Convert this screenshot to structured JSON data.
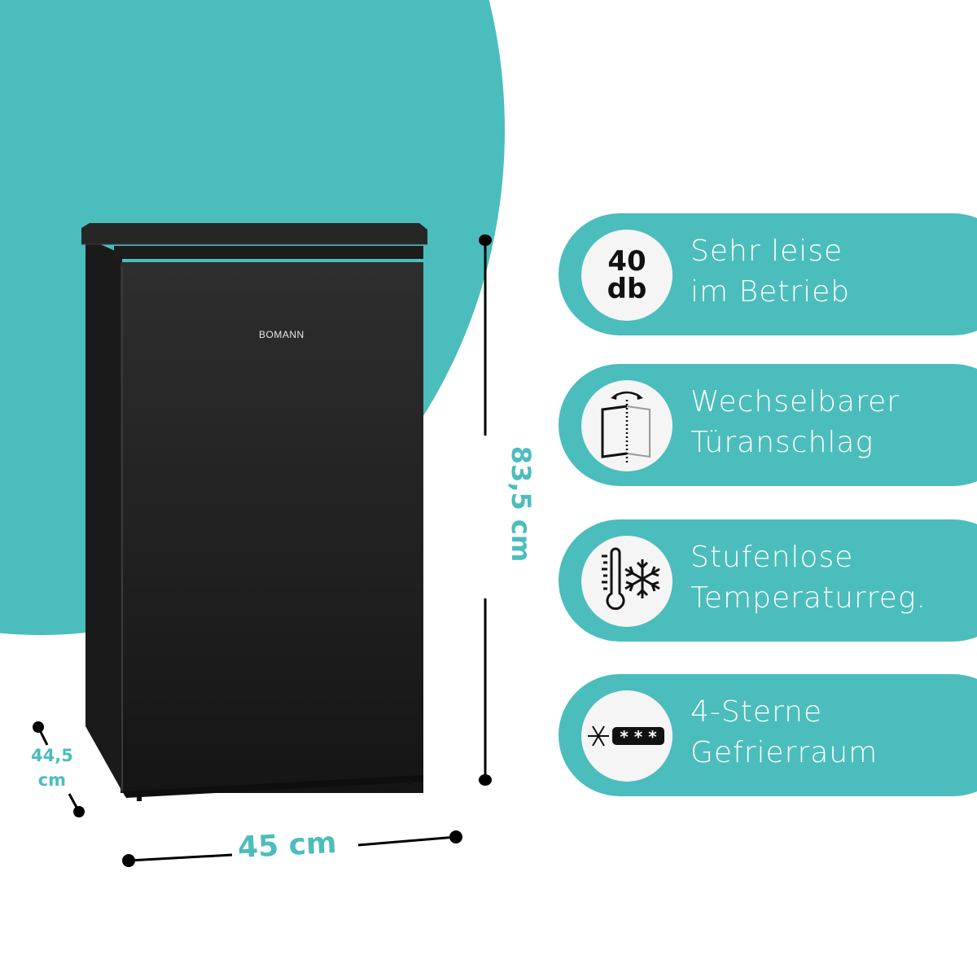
{
  "colors": {
    "accent": "#4bbdbc",
    "pill_circle": "#f5f5f5",
    "fridge_body": "#1e1e1e",
    "text_on_accent": "#ffffff"
  },
  "product": {
    "brand_logo": "BOMANN",
    "color": "black",
    "type": "fridge"
  },
  "dimensions": {
    "height": "83,5 cm",
    "width": "45 cm",
    "depth_value": "44,5",
    "depth_unit": "cm"
  },
  "features": [
    {
      "icon": "40-db-badge-icon",
      "icon_line1": "40",
      "icon_line2": "db",
      "line1": "Sehr leise",
      "line2": "im Betrieb"
    },
    {
      "icon": "reversible-door-icon",
      "line1": "Wechselbarer",
      "line2": "Türanschlag"
    },
    {
      "icon": "thermometer-snowflake-icon",
      "line1": "Stufenlose",
      "line2": "Temperaturreg."
    },
    {
      "icon": "four-star-freezer-icon",
      "line1": "4-Sterne",
      "line2": "Gefrierraum"
    }
  ]
}
